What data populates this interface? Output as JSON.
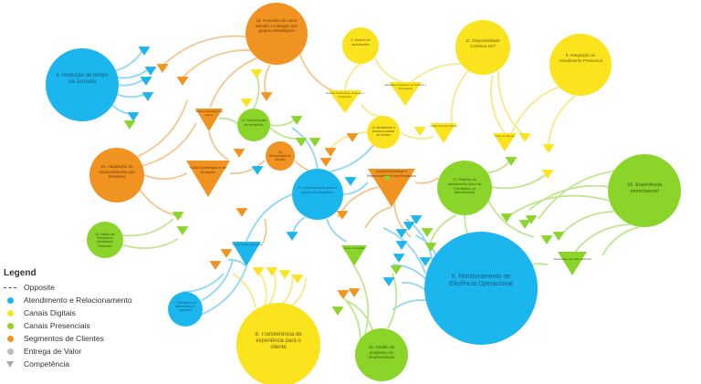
{
  "colors": {
    "atendimento": "#1BB6EE",
    "digitais": "#FBE31E",
    "presenciais": "#8BD52B",
    "segmentos": "#F09321",
    "entrega": "#BDBDBD",
    "competencia": "#AAAAAA"
  },
  "legend": {
    "title": "Legend",
    "items": [
      {
        "label": "Opposite",
        "shape": "dash"
      },
      {
        "label": "Atendimento e Relacionamento",
        "shape": "dot",
        "color": "#1BB6EE"
      },
      {
        "label": "Canais Digitais",
        "shape": "dot",
        "color": "#FBE31E"
      },
      {
        "label": "Canais Presenciais",
        "shape": "dot",
        "color": "#8BD52B"
      },
      {
        "label": "Segmentos de Clientes",
        "shape": "dot",
        "color": "#F09321"
      },
      {
        "label": "Entrega de Valor",
        "shape": "dot",
        "color": "#BDBDBD"
      },
      {
        "label": "Competência",
        "shape": "tri",
        "color": "#AAAAAA"
      }
    ]
  },
  "nodes": [
    {
      "id": "n4",
      "label": "4. Redução de tempo na Jornada",
      "category": "atendimento"
    },
    {
      "id": "n24",
      "label": "24. Processo de como atender e interagir com grupos estratégicos",
      "category": "segmentos"
    },
    {
      "id": "n1",
      "label": "1. Intuitive de autoatendim",
      "category": "digitais"
    },
    {
      "id": "n11",
      "label": "11. Disponibilidade Contínua 24/7",
      "category": "digitais"
    },
    {
      "id": "n9",
      "label": "9. Integração ao Atendimento Presencial",
      "category": "digitais"
    },
    {
      "id": "n21",
      "label": "21. Adaptação do relacionamento aos territórios",
      "category": "segmentos"
    },
    {
      "id": "n16",
      "label": "16. Experiência omnichannel",
      "category": "presenciais"
    },
    {
      "id": "n5",
      "label": "5. Conhecimento para o gestor de segmento",
      "category": "atendimento"
    },
    {
      "id": "n17",
      "label": "17. Padrões de atendimento (fluxo da Facultativa na Atendimento)",
      "category": "presenciais"
    },
    {
      "id": "n6",
      "label": "6. Monitoramento de Eficiência Operacional",
      "category": "atendimento"
    },
    {
      "id": "n8",
      "label": "8. Transferência de experiência para o cliente",
      "category": "digitais"
    },
    {
      "id": "n15",
      "label": "15. Gestão de progresso do empreendedor",
      "category": "presenciais"
    },
    {
      "id": "n14",
      "label": "14. Padronização de benefícios",
      "category": "presenciais"
    },
    {
      "id": "n10",
      "label": "10. Atendimento à pessoas isoladas de clientes",
      "category": "digitais"
    },
    {
      "id": "n19",
      "label": "19. Gestão das Parcerias de Atendimento Presencial",
      "category": "presenciais"
    },
    {
      "id": "n7",
      "label": "7. Resultados no atendimento de parcerias",
      "category": "atendimento"
    },
    {
      "id": "n23",
      "label": "23. Diferenciação de Clientes",
      "category": "segmentos"
    },
    {
      "id": "t1",
      "label": "Complementaridade e Responsabilidade com Resultados",
      "category": "segmentos"
    },
    {
      "id": "t2",
      "label": "Visão Estratégica e de Relações",
      "category": "segmentos"
    },
    {
      "id": "t3",
      "label": "Análise Estratégica de Dados",
      "category": "segmentos"
    },
    {
      "id": "t4",
      "label": "Comunicação Assertiva",
      "category": "atendimento"
    },
    {
      "id": "t5",
      "label": "Capacidade de visão sistêmica",
      "category": "presenciais"
    },
    {
      "id": "t6",
      "label": "Apoio e Inovação",
      "category": "presenciais"
    },
    {
      "id": "t7",
      "label": "Gestão de Relacionamento",
      "category": "presenciais"
    },
    {
      "id": "t8",
      "label": "Gestão de Produtos, Pessoas e Problemas",
      "category": "digitais"
    },
    {
      "id": "t9",
      "label": "Aplicação Inteligente de Políticas e Tecnologias",
      "category": "digitais"
    },
    {
      "id": "t10",
      "label": "Visão Clara do Cliente",
      "category": "digitais"
    },
    {
      "id": "t11",
      "label": "Foco no Cliente",
      "category": "digitais"
    }
  ]
}
